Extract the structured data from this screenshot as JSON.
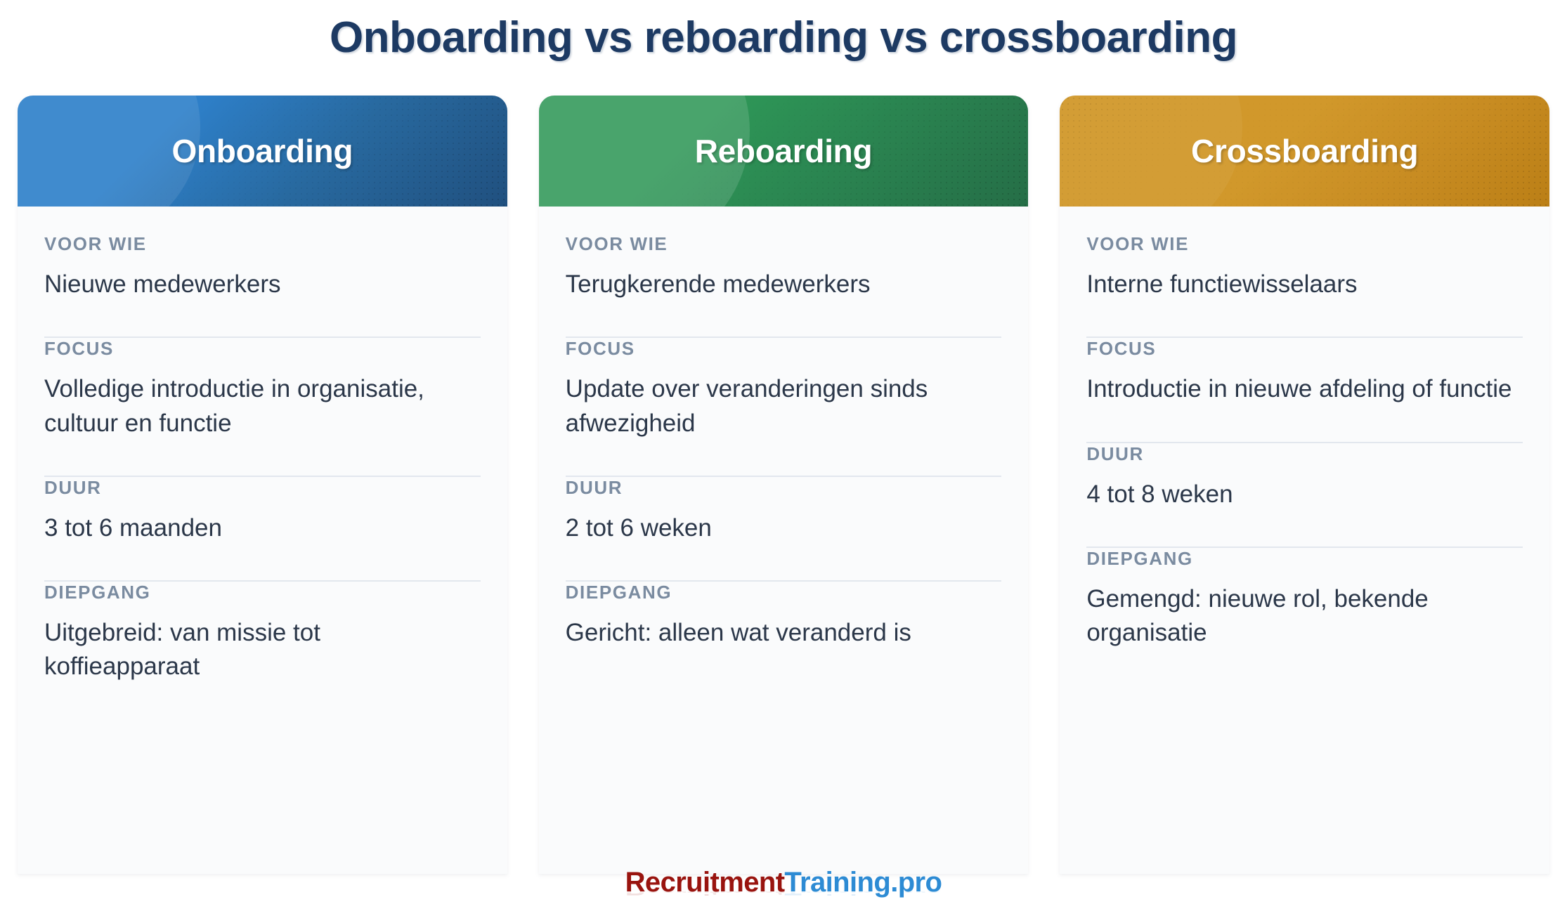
{
  "title": "Onboarding vs reboarding vs crossboarding",
  "colors": {
    "title_text": "#1d3a63",
    "label_text": "#7a8ba0",
    "value_text": "#2b3749",
    "divider": "#e2e7ee",
    "card_body_bg": "#fafbfc",
    "page_bg": "#ffffff",
    "blue_light": "#2e80ca",
    "blue_dark": "#20507f",
    "green_light": "#2e9757",
    "green_dark": "#256e47",
    "orange_light": "#d1982b",
    "orange_dark": "#bb7f16",
    "logo_red": "#99140f",
    "logo_blue": "#2d8bd4"
  },
  "cards": [
    {
      "header": "Onboarding",
      "accent_from": "#2e80ca",
      "accent_to": "#20507f",
      "rows": [
        {
          "label": "VOOR WIE",
          "value": "Nieuwe medewerkers"
        },
        {
          "label": "FOCUS",
          "value": "Volledige introductie in organisatie, cultuur en functie"
        },
        {
          "label": "DUUR",
          "value": "3 tot 6 maanden"
        },
        {
          "label": "DIEPGANG",
          "value": "Uitgebreid: van missie tot koffieapparaat"
        }
      ]
    },
    {
      "header": "Reboarding",
      "accent_from": "#2e9757",
      "accent_to": "#256e47",
      "rows": [
        {
          "label": "VOOR WIE",
          "value": "Terugkerende medewerkers"
        },
        {
          "label": "FOCUS",
          "value": "Update over veranderingen sinds afwezigheid"
        },
        {
          "label": "DUUR",
          "value": "2 tot 6 weken"
        },
        {
          "label": "DIEPGANG",
          "value": "Gericht: alleen wat veranderd is"
        }
      ]
    },
    {
      "header": "Crossboarding",
      "accent_from": "#d1982b",
      "accent_to": "#bb7f16",
      "rows": [
        {
          "label": "VOOR WIE",
          "value": "Interne functiewisselaars"
        },
        {
          "label": "FOCUS",
          "value": "Introductie in nieuwe afdeling of functie"
        },
        {
          "label": "DUUR",
          "value": "4 tot 8 weken"
        },
        {
          "label": "DIEPGANG",
          "value": "Gemengd: nieuwe rol, bekende organisatie"
        }
      ]
    }
  ],
  "footer": {
    "logo_part_1": "Recruitment",
    "logo_part_2": "Training.pro"
  }
}
